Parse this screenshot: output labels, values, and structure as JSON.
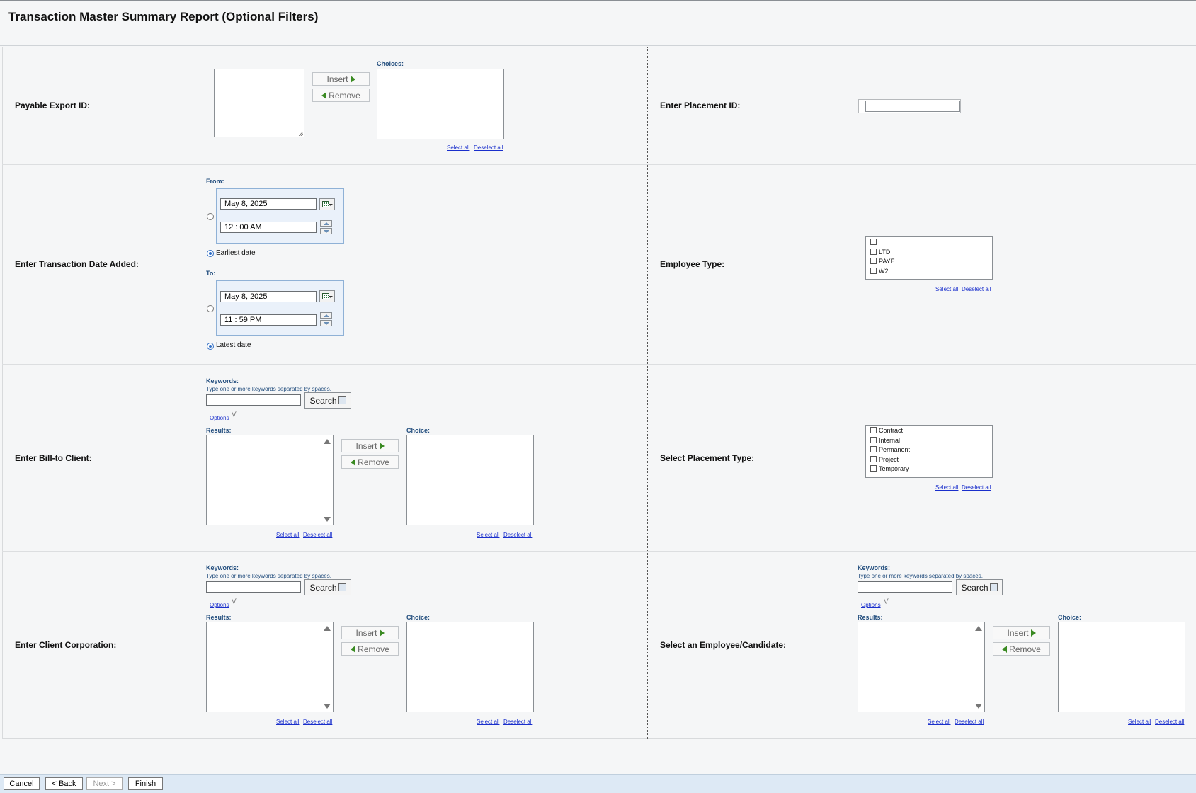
{
  "page_title": "Transaction Master Summary Report (Optional Filters)",
  "common": {
    "insert": "Insert",
    "remove": "Remove",
    "select_all": "Select all",
    "deselect_all": "Deselect all",
    "keywords": "Keywords:",
    "keywords_hint": "Type one or more keywords separated by spaces.",
    "search": "Search",
    "options": "Options",
    "results": "Results:",
    "choice": "Choice:",
    "choices": "Choices:"
  },
  "fields": {
    "payable_export_id": "Payable Export ID:",
    "placement_id": "Enter Placement ID:",
    "transaction_date": "Enter Transaction Date Added:",
    "employee_type": "Employee Type:",
    "bill_to_client": "Enter Bill-to Client:",
    "placement_type": "Select Placement Type:",
    "client_corporation": "Enter Client Corporation:",
    "employee_candidate": "Select an Employee/Candidate:"
  },
  "date_range": {
    "from_label": "From:",
    "from_date": "May 8, 2025",
    "from_time": "12 : 00   AM",
    "earliest_label": "Earliest date",
    "to_label": "To:",
    "to_date": "May 8, 2025",
    "to_time": "11 : 59   PM",
    "latest_label": "Latest date"
  },
  "employee_types": [
    "",
    "LTD",
    "PAYE",
    "W2"
  ],
  "placement_types": [
    "Contract",
    "Internal",
    "Permanent",
    "Project",
    "Temporary"
  ],
  "footer": {
    "cancel": "Cancel",
    "back": "< Back",
    "next": "Next >",
    "finish": "Finish"
  },
  "colors": {
    "label_blue": "#234e7e",
    "link_blue": "#1a2fcc",
    "insert_arrow_green": "#3a8a22",
    "footer_bg": "#dde9f5"
  }
}
